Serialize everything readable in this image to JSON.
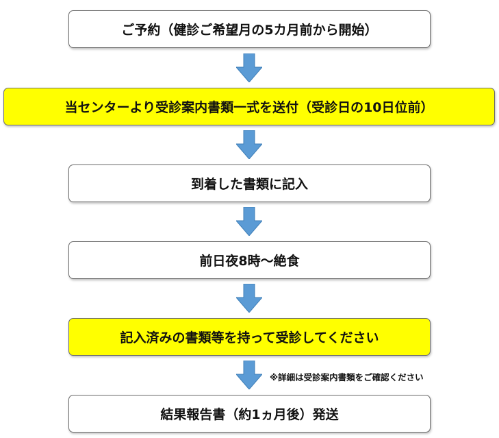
{
  "colors": {
    "highlight": "#ffff00",
    "arrow": "#5b9bd5",
    "border": "#6b6b6b"
  },
  "steps": [
    {
      "label": "ご予約（健診ご希望月の5カ月前から開始）",
      "highlighted": false
    },
    {
      "label": "当センターより受診案内書類一式を送付（受診日の10日位前）",
      "highlighted": true
    },
    {
      "label": "到着した書類に記入",
      "highlighted": false
    },
    {
      "label": "前日夜8時～絶食",
      "highlighted": false
    },
    {
      "label": "記入済みの書類等を持って受診してください",
      "highlighted": true
    },
    {
      "label": "結果報告書（約1ヵ月後）発送",
      "highlighted": false
    }
  ],
  "note": "※詳細は受診案内書類をご確認ください",
  "icons": [
    "arrow-down-icon"
  ]
}
